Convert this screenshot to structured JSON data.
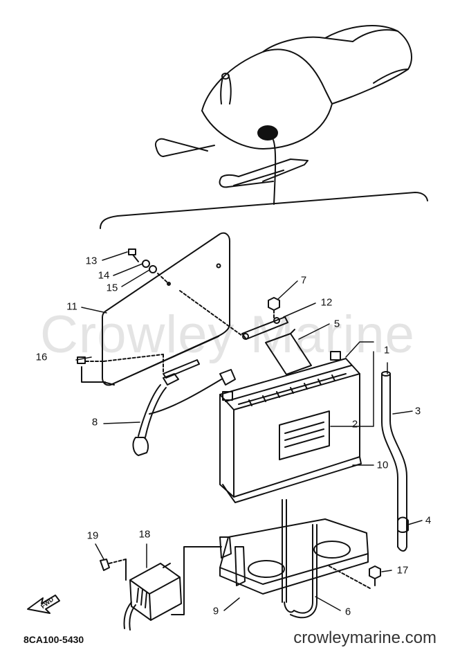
{
  "watermark": "Crowley Marine",
  "site_url": "crowleymarine.com",
  "part_code": "8CA100-5430",
  "fwd_label": "FWD",
  "callouts": [
    {
      "id": "1",
      "label": "1"
    },
    {
      "id": "2",
      "label": "2"
    },
    {
      "id": "3",
      "label": "3"
    },
    {
      "id": "4",
      "label": "4"
    },
    {
      "id": "5",
      "label": "5"
    },
    {
      "id": "6",
      "label": "6"
    },
    {
      "id": "7",
      "label": "7"
    },
    {
      "id": "8",
      "label": "8"
    },
    {
      "id": "9",
      "label": "9"
    },
    {
      "id": "10",
      "label": "10"
    },
    {
      "id": "11",
      "label": "11"
    },
    {
      "id": "12",
      "label": "12"
    },
    {
      "id": "13",
      "label": "13"
    },
    {
      "id": "14",
      "label": "14"
    },
    {
      "id": "15",
      "label": "15"
    },
    {
      "id": "16",
      "label": "16"
    },
    {
      "id": "17",
      "label": "17"
    },
    {
      "id": "18",
      "label": "18"
    },
    {
      "id": "19",
      "label": "19"
    }
  ]
}
